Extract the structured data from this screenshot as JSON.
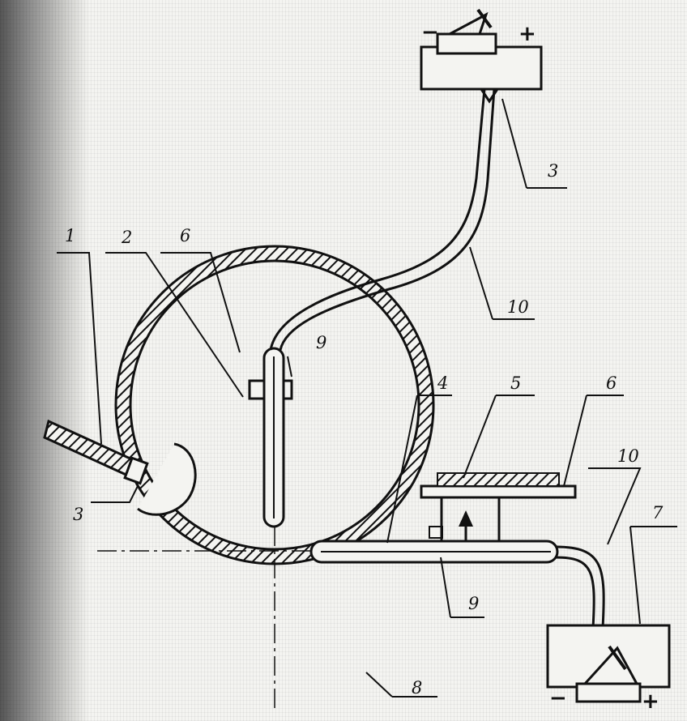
{
  "labels": {
    "l1": "1",
    "l2": "2",
    "l3": "3",
    "l3b": "3",
    "l4": "4",
    "l5": "5",
    "l6a": "6",
    "l6b": "6",
    "l7": "7",
    "l8": "8",
    "l9a": "9",
    "l9b": "9",
    "l10a": "10",
    "l10b": "10"
  },
  "signs": {
    "top_minus": "−",
    "top_plus": "+",
    "bottom_minus": "−",
    "bottom_plus": "+"
  }
}
